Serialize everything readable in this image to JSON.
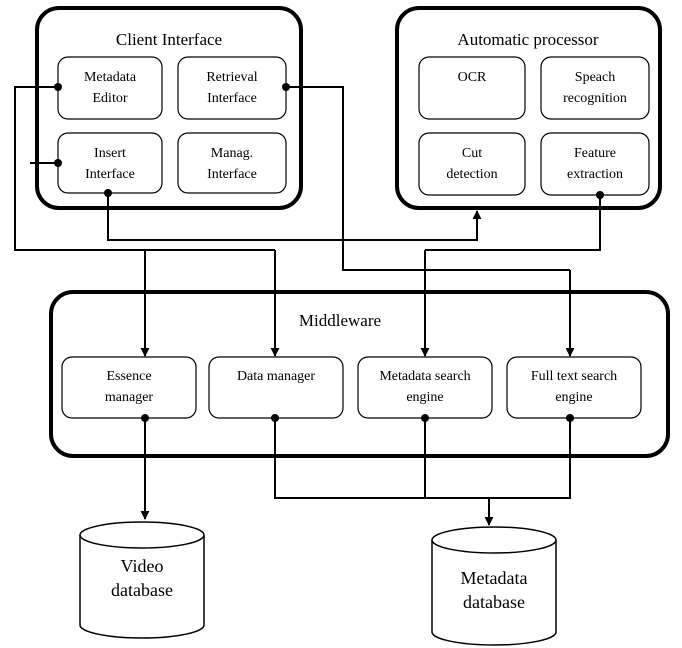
{
  "client_interface": {
    "title": "Client Interface",
    "metadata_editor": [
      "Metadata",
      "Editor"
    ],
    "retrieval_interface": [
      "Retrieval",
      "Interface"
    ],
    "insert_interface": [
      "Insert",
      "Interface"
    ],
    "manag_interface": [
      "Manag.",
      "Interface"
    ]
  },
  "automatic_processor": {
    "title": "Automatic processor",
    "ocr": [
      "OCR"
    ],
    "speach_recognition": [
      "Speach",
      "recognition"
    ],
    "cut_detection": [
      "Cut",
      "detection"
    ],
    "feature_extraction": [
      "Feature",
      "extraction"
    ]
  },
  "middleware": {
    "title": "Middleware",
    "essence_manager": [
      "Essence",
      "manager"
    ],
    "data_manager": [
      "Data manager"
    ],
    "metadata_search_engine": [
      "Metadata search",
      "engine"
    ],
    "full_text_search_engine": [
      "Full text search",
      "engine"
    ]
  },
  "databases": {
    "video": [
      "Video",
      "database"
    ],
    "metadata": [
      "Metadata",
      "database"
    ]
  },
  "colors": {
    "stroke": "#000000",
    "fill": "#ffffff"
  }
}
